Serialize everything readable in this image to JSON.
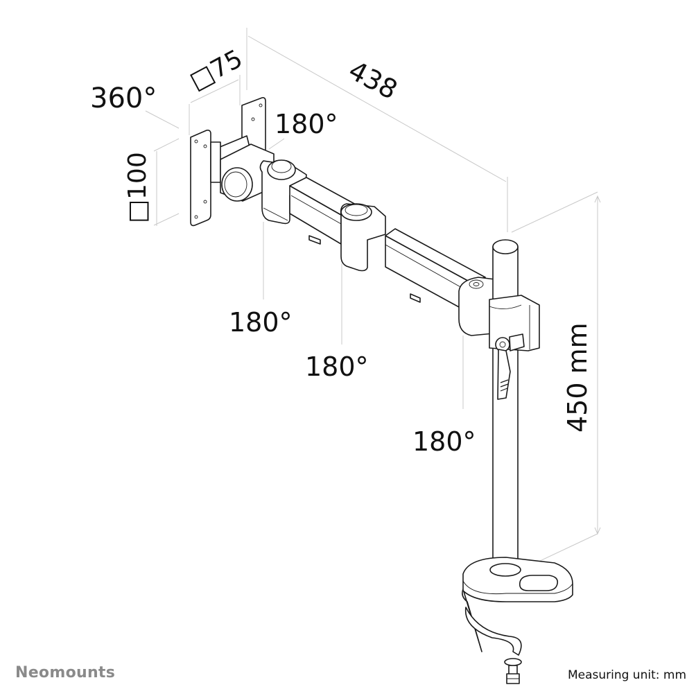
{
  "diagram": {
    "subject": "single monitor arm with pole and desk clamp",
    "dimensions": {
      "width_label": "438",
      "height_label": "450 mm",
      "vesa_horizontal": "□75",
      "vesa_vertical": "□100"
    },
    "rotations": {
      "plate_rotation": "360°",
      "tilt_joint": "180°",
      "joint_1": "180°",
      "joint_2": "180°",
      "pole_joint": "180°"
    },
    "colors": {
      "line": "#1a1a1a",
      "dimension_line": "#c8c8c8",
      "brand": "#8a8a8a",
      "background": "#ffffff"
    }
  },
  "footer": {
    "brand": "Neomounts",
    "measuring_unit": "Measuring unit: mm"
  }
}
